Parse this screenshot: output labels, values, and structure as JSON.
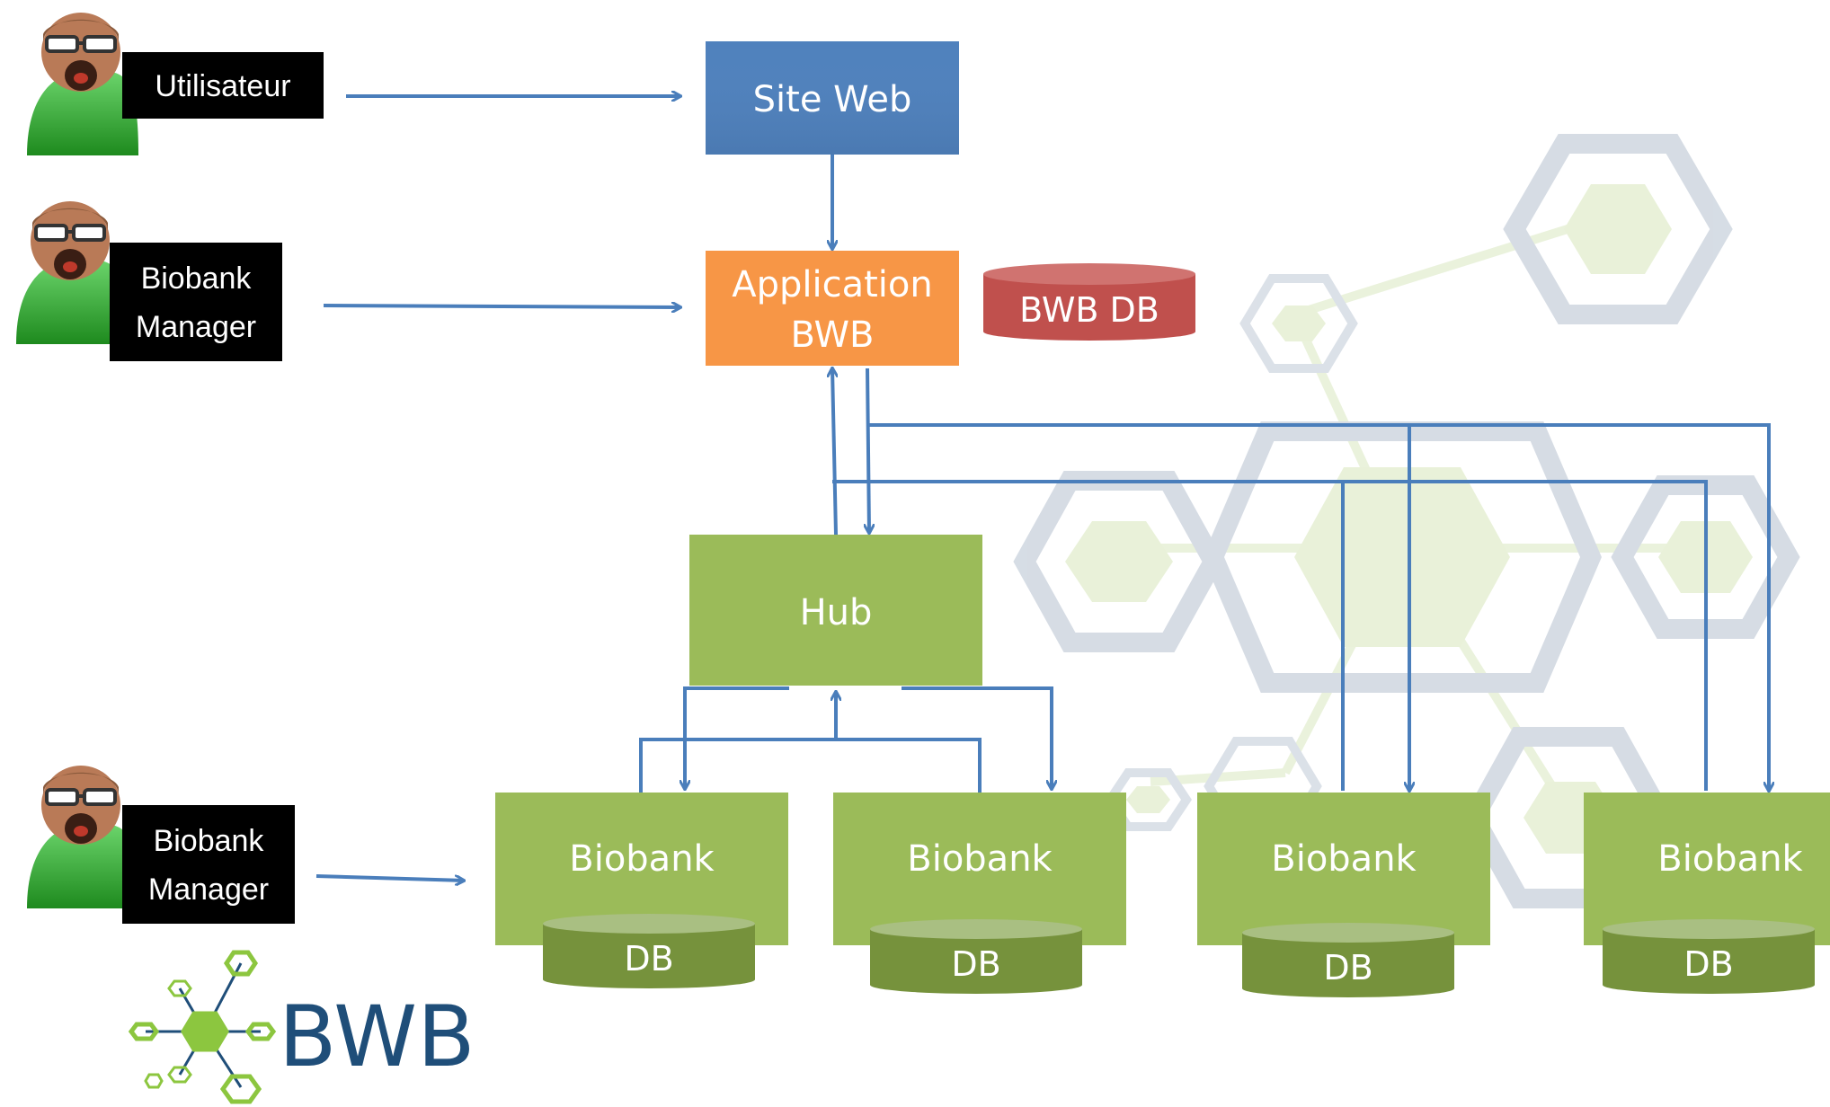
{
  "actors": [
    {
      "label_lines": [
        "Utilisateur"
      ]
    },
    {
      "label_lines": [
        "Biobank",
        "Manager"
      ]
    },
    {
      "label_lines": [
        "Biobank",
        "Manager"
      ]
    }
  ],
  "nodes": {
    "site_web": {
      "label": "Site Web",
      "color": "#4f81bd"
    },
    "application": {
      "label_lines": [
        "Application",
        "BWB"
      ],
      "color": "#f79646"
    },
    "bwb_db": {
      "label": "BWB DB",
      "color": "#c0504d"
    },
    "hub": {
      "label": "Hub",
      "color": "#9bbb59"
    }
  },
  "biobanks": [
    {
      "label": "Biobank",
      "db_label": "DB"
    },
    {
      "label": "Biobank",
      "db_label": "DB"
    },
    {
      "label": "Biobank",
      "db_label": "DB"
    },
    {
      "label": "Biobank",
      "db_label": "DB"
    }
  ],
  "logo": {
    "text": "BWB",
    "text_color": "#1f4e79",
    "hex_color": "#8cc63f"
  },
  "colors": {
    "arrow": "#4a7ebb",
    "biobank": "#9bbb59",
    "db_cylinder": "#76923c",
    "watermark_gray": "#cfd6df",
    "watermark_green": "#e6f0d2",
    "actor_body": "#2fa02f",
    "label_bg": "#000000"
  }
}
